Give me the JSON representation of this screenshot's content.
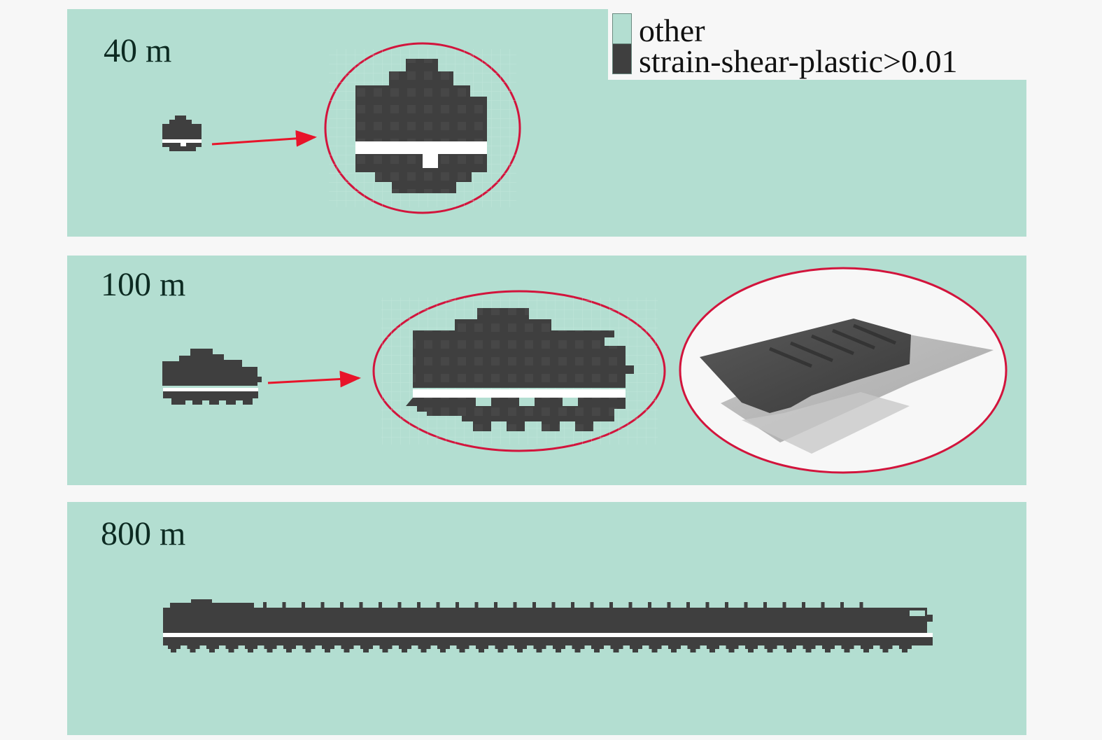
{
  "figure": {
    "type": "diagram",
    "description": "Plastic shear strain zones at three model scales with zoomed insets",
    "colors": {
      "background": "#b3ded1",
      "strain_zone": "#3f3f3f",
      "gap": "#ffffff",
      "highlight_ellipse": "#d2143c",
      "arrow": "#e8142a"
    }
  },
  "legend": {
    "items": [
      {
        "label": "other",
        "color": "#b3ded1"
      },
      {
        "label": "strain-shear-plastic>0.01",
        "color": "#3f3f3f"
      }
    ]
  },
  "panels": [
    {
      "label": "40 m",
      "has_zoom_inset": true,
      "has_3d_inset": false
    },
    {
      "label": "100 m",
      "has_zoom_inset": true,
      "has_3d_inset": true
    },
    {
      "label": "800 m",
      "has_zoom_inset": false,
      "has_3d_inset": false
    }
  ]
}
